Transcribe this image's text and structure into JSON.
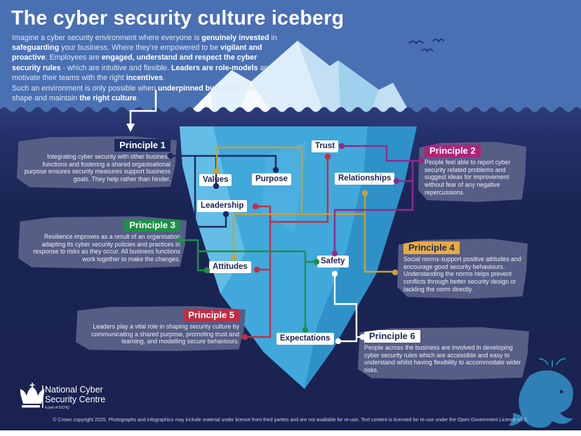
{
  "title": "The cyber security culture iceberg",
  "intro": {
    "p1_html": "Imagine a cyber security environment where everyone is <b>genuinely invested</b> in <b>safeguarding</b> your business. Where they’re empowered to be <b>vigilant and proactive</b>. Employees are <b>engaged, understand and respect the cyber security rules</b> - which are intuitive and flexible. <b>Leaders are role-models</b> and motivate their teams with the right <b>incentives</b>.",
    "p2_html": "Such an environment is only possible when <b>underpinned by</b> activities which shape and maintain <b>the right culture</b>."
  },
  "nodes": {
    "trust": "Trust",
    "values": "Values",
    "purpose": "Purpose",
    "relationships": "Relationships",
    "leadership": "Leadership",
    "attitudes": "Attitudes",
    "safety": "Safety",
    "expectations": "Expectations"
  },
  "principles": [
    {
      "label": "Principle 1",
      "color_name": "navy",
      "text": "Integrating cyber security with other business functions and fostering a shared organisational purpose ensures security measures support business goals. They help rather than hinder."
    },
    {
      "label": "Principle 2",
      "color_name": "magenta",
      "text": "People feel able to report cyber security related problems and suggest ideas for improvement without fear of any negative repercussions."
    },
    {
      "label": "Principle 3",
      "color_name": "green",
      "text": "Resilience improves as a result of an organisation adapting its cyber security policies and practices in response to risks as they occur. All business functions work together to make the changes."
    },
    {
      "label": "Principle 4",
      "color_name": "gold",
      "text": "Social norms support positive attitudes and encourage good security behaviours. Understanding the norms helps prevent conflicts through better security design or tackling the norm directly."
    },
    {
      "label": "Principle 5",
      "color_name": "red",
      "text": "Leaders play a vital role in shaping security culture by communicating a shared purpose, promoting trust and learning, and modelling secure behaviours."
    },
    {
      "label": "Principle 6",
      "color_name": "white",
      "text": "People across the business are involved in developing cyber security rules which are accessible and easy to understand whilst having flexibility to accommodate wider risks."
    }
  ],
  "logo": {
    "line1": "National Cyber",
    "line2": "Security Centre",
    "tagline": "a part of GCHQ"
  },
  "footer": "© Crown copyright 2025. Photographs and infographics may include material under licence from third parties and are not available for re-use. Text content is licensed for re-use under the Open Government Licence v3.0.",
  "colors": {
    "navy": "#1b2a5e",
    "red": "#bf2e45",
    "green": "#1f9048",
    "gold": "#c2a23f",
    "gold_title": "#e9ac3e",
    "purple": "#8e2b8a",
    "magenta": "#ae2479",
    "white": "#ffffff",
    "sky": "#4a70b4",
    "sea_band": "#2e3d7a",
    "sea_deep": "#1b2554",
    "box": "#565e85",
    "chip_text": "#1b2554",
    "iceberg_above_light": "#f4fafd",
    "iceberg_above_mid": "#c2dff3",
    "iceberg_above_dark": "#9fd0ec",
    "iceberg_below_main": "#41a8dc",
    "iceberg_below_dark": "#2e92c9",
    "iceberg_below_light": "#63bde6",
    "whale": "#2e80b6"
  }
}
